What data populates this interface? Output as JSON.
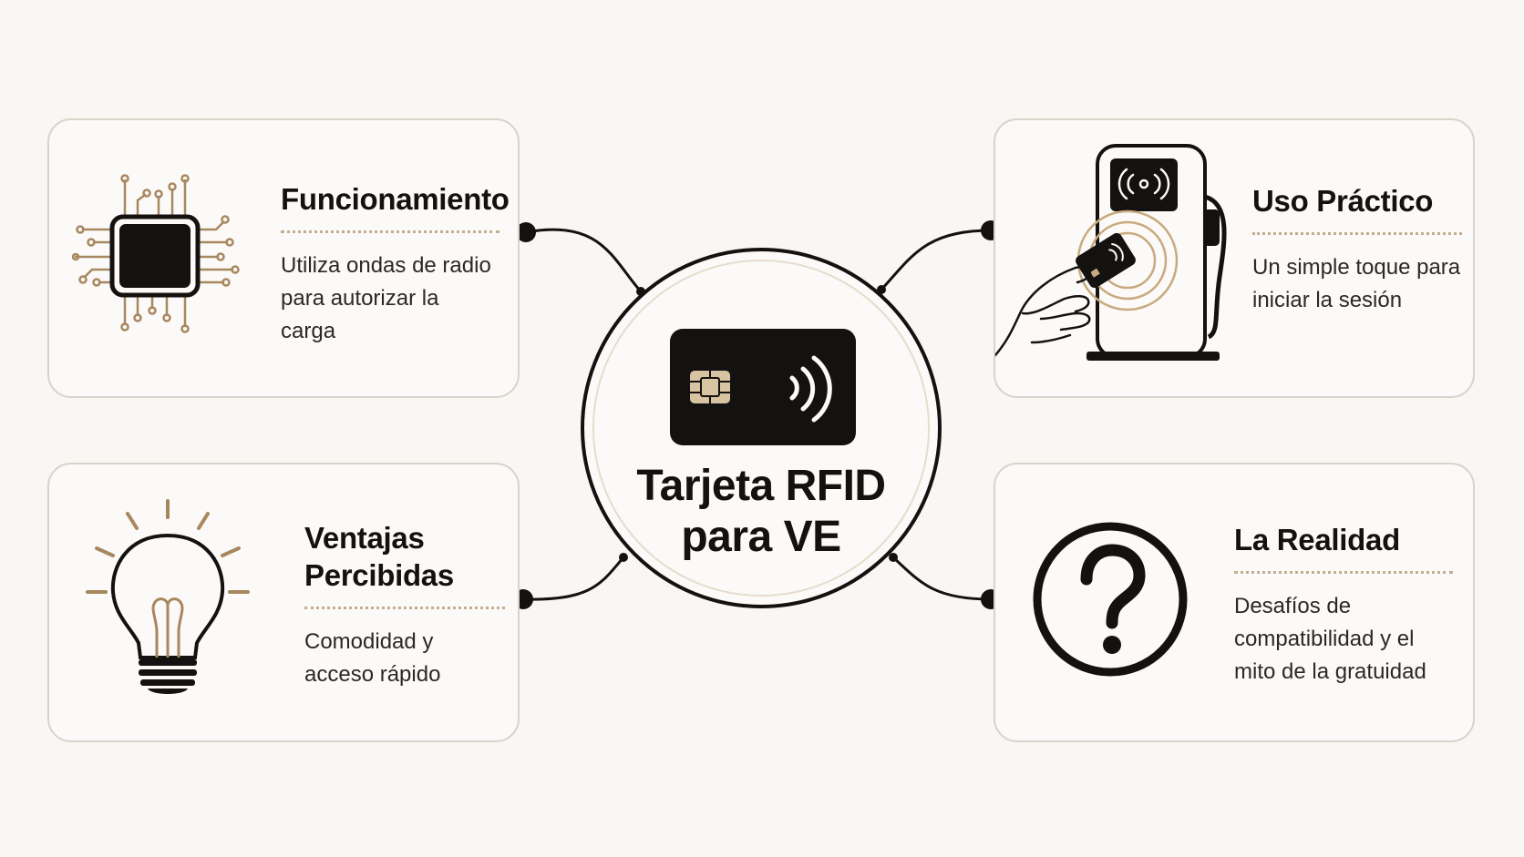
{
  "center": {
    "title_line1": "Tarjeta RFID",
    "title_line2": "para VE",
    "icon": "rfid-card-icon"
  },
  "cards": [
    {
      "id": "funcionamiento",
      "title": "Funcionamiento",
      "desc_line1": "Utiliza ondas de radio",
      "desc_line2": "para autorizar la carga",
      "icon": "microchip-icon"
    },
    {
      "id": "uso",
      "title": "Uso Práctico",
      "desc_line1": "Un simple toque para",
      "desc_line2": "iniciar la sesión",
      "icon": "charging-station-tap-icon"
    },
    {
      "id": "ventajas",
      "title_line1": "Ventajas",
      "title_line2": "Percibidas",
      "desc_line1": "Comodidad y",
      "desc_line2": "acceso rápido",
      "icon": "lightbulb-icon"
    },
    {
      "id": "realidad",
      "title": "La Realidad",
      "desc_line1": "Desafíos de",
      "desc_line2": "compatibilidad y el",
      "desc_line3": "mito de la gratuidad",
      "icon": "question-mark-icon"
    }
  ],
  "colors": {
    "ink": "#141210",
    "accent_gold": "#a8875f",
    "card_border": "#d9d3ca",
    "background": "#f8f7f4"
  }
}
